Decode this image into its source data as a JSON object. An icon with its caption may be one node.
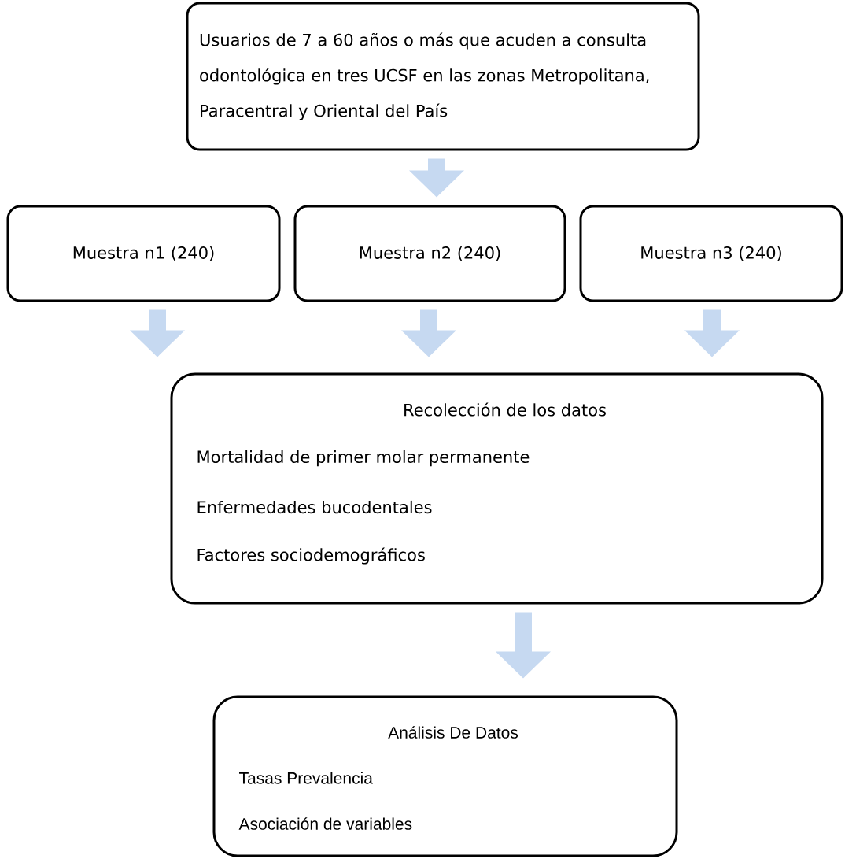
{
  "diagram": {
    "nodes": [
      {
        "text": [
          "Usuarios de 7 a 60 años o más que acuden a consulta odontológica en tres UCSF en las zonas Metropolitana, Paracentral y Oriental del País"
        ]
      },
      {
        "text": [
          "Muestra n1 (240)"
        ]
      },
      {
        "text": [
          "Muestra n2 (240)"
        ]
      },
      {
        "text": [
          "Muestra n3 (240)"
        ]
      },
      {
        "text": [
          "Recolección de los datos",
          "Mortalidad de primer molar permanente",
          "Enfermedades bucodentales",
          "Factores sociodemográficos"
        ]
      },
      {
        "text": [
          "Análisis De Datos",
          "Tasas Prevalencia",
          "Asociación de variables"
        ]
      }
    ],
    "edges": [
      {
        "from": 0,
        "to": 2,
        "arrow": "to"
      },
      {
        "from": 1,
        "to": 4,
        "arrow": "to"
      },
      {
        "from": 2,
        "to": 4,
        "arrow": "to"
      },
      {
        "from": 3,
        "to": 4,
        "arrow": "to"
      },
      {
        "from": 4,
        "to": 5,
        "arrow": "to"
      }
    ]
  }
}
